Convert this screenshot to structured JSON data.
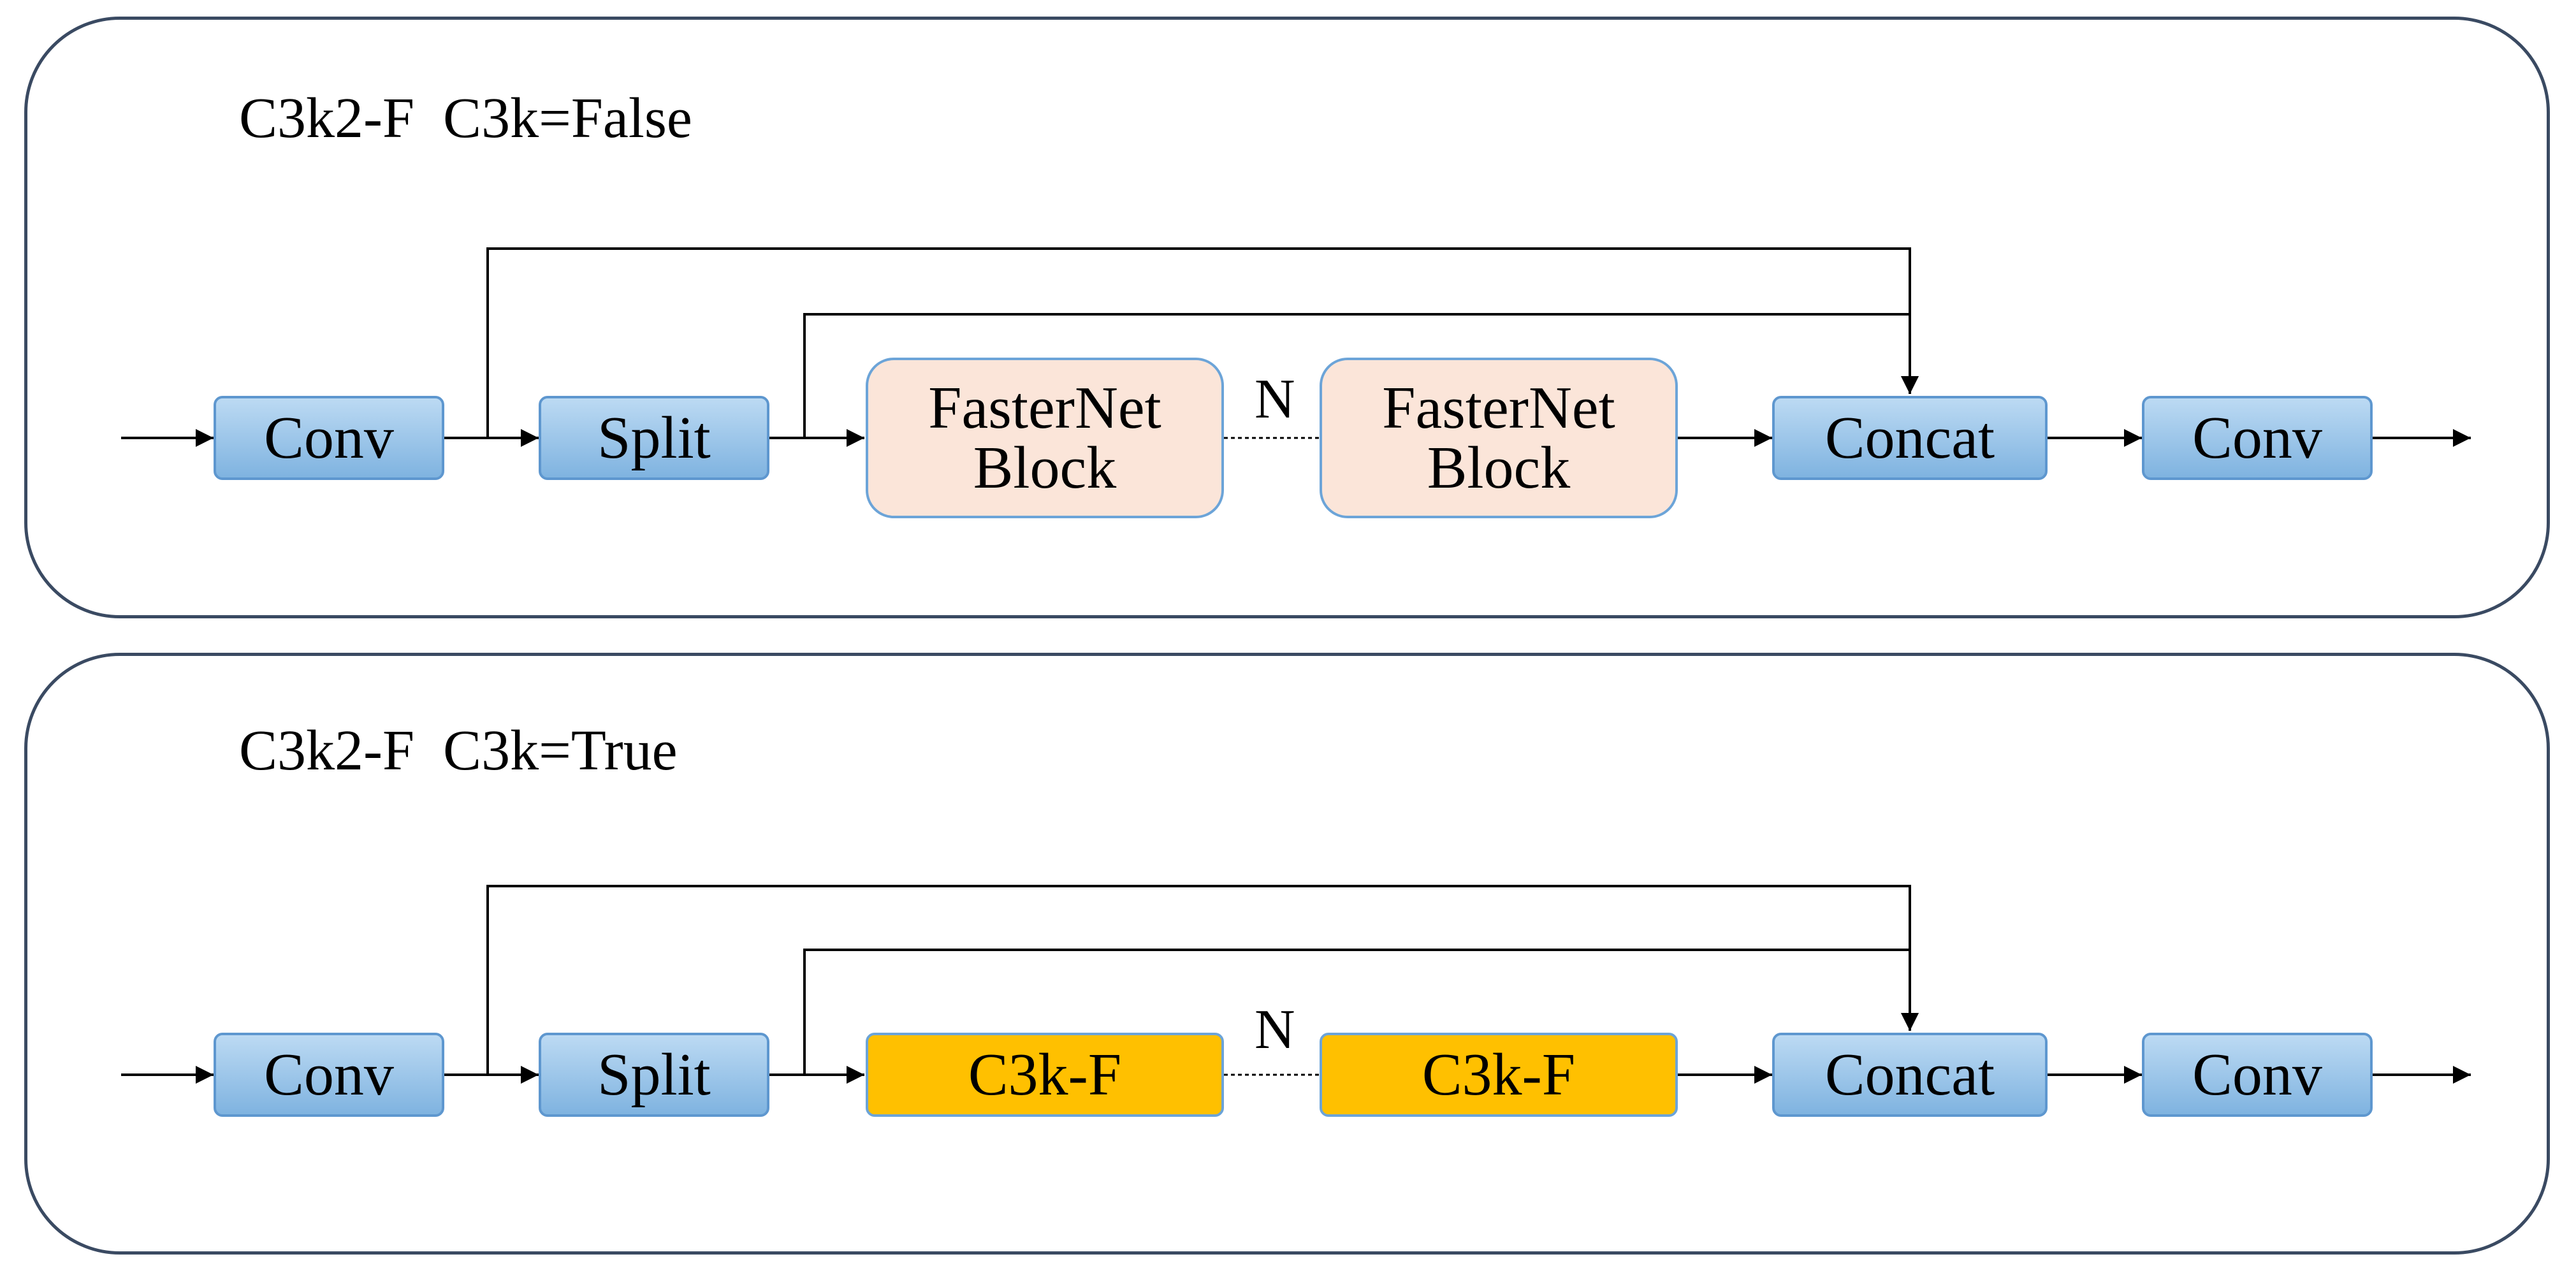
{
  "panels": [
    {
      "title": "C3k2-F  C3k=False",
      "nodes": [
        "Conv",
        "Split",
        "FasterNet Block",
        "FasterNet Block",
        "Concat",
        "Conv"
      ],
      "block_lines": [
        "FasterNet",
        "Block"
      ],
      "repeat_label": "N"
    },
    {
      "title": "C3k2-F  C3k=True",
      "nodes": [
        "Conv",
        "Split",
        "C3k-F",
        "C3k-F",
        "Concat",
        "Conv"
      ],
      "repeat_label": "N"
    }
  ],
  "colors": {
    "panel_border": "#3a4a62",
    "blue_fill": "#9cc6ea",
    "blue_border": "#5e97cf",
    "peach_fill": "#fbe5d9",
    "gold_fill": "#ffc000",
    "line": "#000000"
  }
}
